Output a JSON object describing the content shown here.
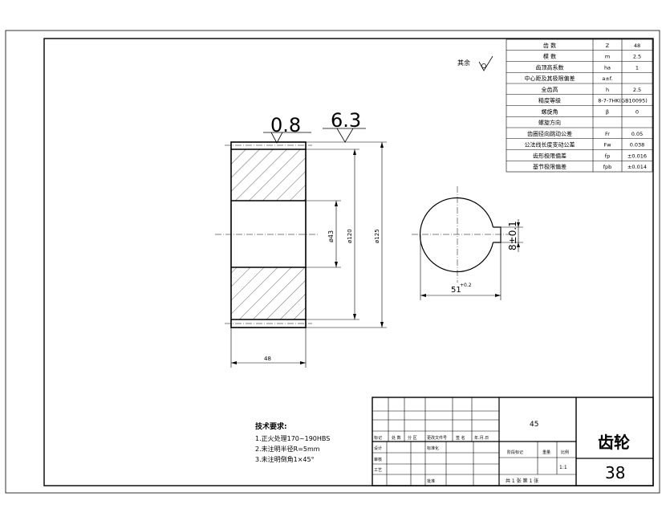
{
  "param_table": [
    {
      "name": "齿 数",
      "symbol": "Z",
      "value": "48"
    },
    {
      "name": "模 数",
      "symbol": "m",
      "value": "2.5"
    },
    {
      "name": "齿顶高系数",
      "symbol": "ha",
      "value": "1"
    },
    {
      "name": "中心距及其极限偏差",
      "symbol": "a±f.",
      "value": ""
    },
    {
      "name": "全齿高",
      "symbol": "h",
      "value": "2.5"
    },
    {
      "name": "精度等级",
      "symbol": "8-7-7HK(GB10095)",
      "value": ""
    },
    {
      "name": "螺旋角",
      "symbol": "β",
      "value": "0"
    },
    {
      "name": "螺旋方向",
      "symbol": "",
      "value": ""
    },
    {
      "name": "齿圈径向跳动公差",
      "symbol": "Fr",
      "value": "0.05"
    },
    {
      "name": "公法线长度变动公差",
      "symbol": "Fw",
      "value": "0.038"
    },
    {
      "name": "齿形极限偏差",
      "symbol": "fp",
      "value": "±0.016"
    },
    {
      "name": "基节极限偏差",
      "symbol": "fpb",
      "value": "±0.014"
    }
  ],
  "roughness": {
    "rest_label": "其余",
    "values": [
      "0.8",
      "6.3"
    ]
  },
  "dimensions": {
    "bore_dia": "ø43",
    "root_dia": "ø120",
    "outer_dia": "ø125",
    "width": "48",
    "keyway_width": "8±0.1",
    "keyway_depth": "51",
    "keyway_depth_tol": "+0.2"
  },
  "tech_requirements": {
    "title": "技术要求:",
    "items": [
      "1.正火处理170~190HBS",
      "2.未注明半径R=5mm",
      "3.未注明倒角1×45°"
    ]
  },
  "title_block": {
    "material": "45",
    "part_name": "齿轮",
    "drawing_no": "38",
    "scale": "1:1",
    "row_labels": [
      "标记",
      "处 数",
      "分 区",
      "更改文件号",
      "签 名",
      "年.月.日"
    ],
    "left_labels": [
      "设计",
      "标准化",
      "审核",
      "工艺",
      "批准"
    ],
    "stage_labels": [
      "阶段标记",
      "重量",
      "比例"
    ],
    "sheet_text": "共 1 张 第 1 张"
  }
}
